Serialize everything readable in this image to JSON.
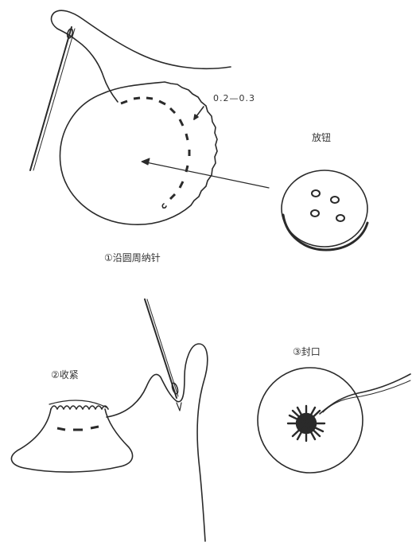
{
  "labels": {
    "measurement": "0.2—0.3",
    "place_button": "放钮",
    "step1": "①沿圆周纳针",
    "step2": "②收紧",
    "step3": "③封口"
  },
  "colors": {
    "line": "#2a2a2a",
    "background": "#ffffff"
  },
  "icons": [
    "needle-icon",
    "thread-icon",
    "button-icon",
    "fabric-circle-icon"
  ]
}
